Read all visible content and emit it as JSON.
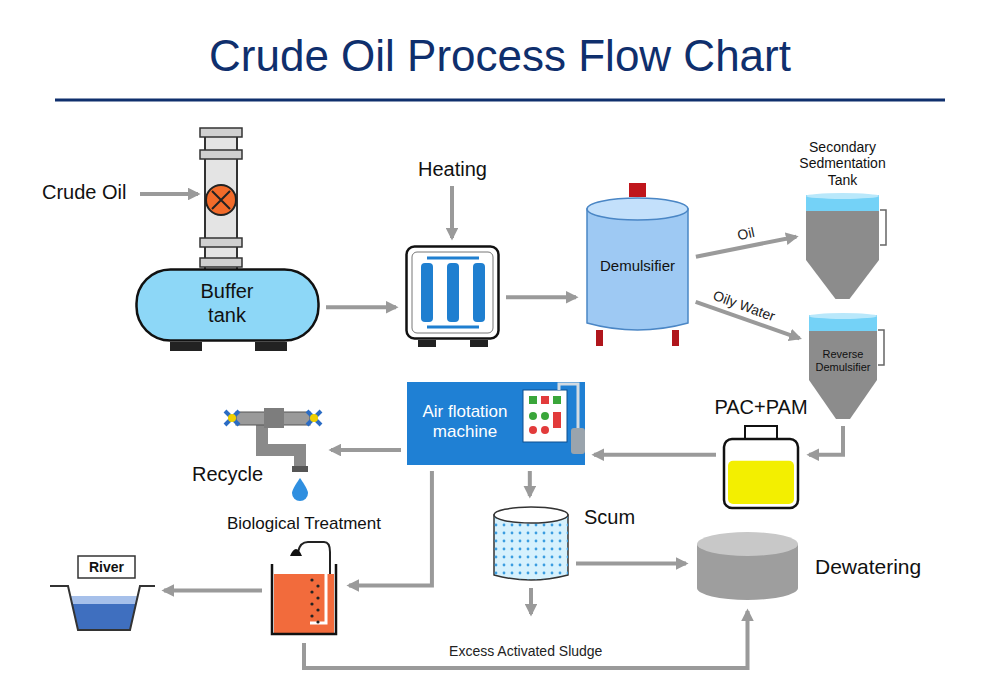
{
  "diagram": {
    "title": "Crude Oil Process Flow Chart",
    "nodes": [
      {
        "text": [
          "Buffer tank"
        ]
      },
      {
        "text": [
          "Heating"
        ]
      },
      {
        "text": [
          "Demulsifier"
        ]
      },
      {
        "text": [
          "Secondary Sedmentation Tank"
        ]
      },
      {
        "text": [
          "Reverse Demulsifier"
        ]
      },
      {
        "text": [
          "PAC+PAM"
        ]
      },
      {
        "text": [
          "Air flotation machine"
        ]
      },
      {
        "text": [
          "Recycle"
        ]
      },
      {
        "text": [
          "Scum"
        ]
      },
      {
        "text": [
          "Dewatering"
        ]
      },
      {
        "text": [
          "Biological Treatment"
        ]
      },
      {
        "text": [
          "River"
        ]
      }
    ],
    "edges": [
      {
        "from": 0,
        "to": 1,
        "arrow": "to"
      },
      {
        "from": 1,
        "to": 2,
        "arrow": "to"
      },
      {
        "from": 2,
        "to": 3,
        "label": "Oil",
        "arrow": "to"
      },
      {
        "from": 2,
        "to": 4,
        "label": "Oily Water",
        "arrow": "to"
      },
      {
        "from": 4,
        "to": 5,
        "arrow": "to"
      },
      {
        "from": 5,
        "to": 6,
        "arrow": "to"
      },
      {
        "from": 6,
        "to": 7,
        "arrow": "to"
      },
      {
        "from": 6,
        "to": 8,
        "arrow": "to"
      },
      {
        "from": 6,
        "to": 10,
        "arrow": "to"
      },
      {
        "from": 8,
        "to": 9,
        "arrow": "to"
      },
      {
        "from": 10,
        "to": 11,
        "arrow": "to"
      },
      {
        "from": 10,
        "to": 9,
        "label": "Excess Activated Sludge",
        "arrow": "to"
      }
    ],
    "labels": [
      "Crude Oil"
    ]
  }
}
